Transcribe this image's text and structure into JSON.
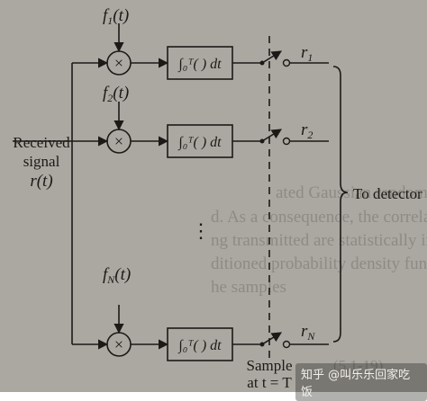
{
  "diagram": {
    "input": {
      "line1": "Received",
      "line2": "signal",
      "line3": "r(t)"
    },
    "branches": [
      {
        "ref_name": "f",
        "ref_sub": "1",
        "ref_arg": "(t)",
        "out_name": "r",
        "out_sub": "1"
      },
      {
        "ref_name": "f",
        "ref_sub": "2",
        "ref_arg": "(t)",
        "out_name": "r",
        "out_sub": "2"
      },
      {
        "ref_name": "f",
        "ref_sub": "N",
        "ref_arg": "(t)",
        "out_name": "r",
        "out_sub": "N"
      }
    ],
    "multiplier_symbol": "×",
    "integrator_label": "∫₀ᵀ( ) dt",
    "ellipsis": "⋮",
    "output_label": "To detector",
    "sample_label": {
      "line1": "Sample",
      "line2": "at t = T"
    }
  },
  "background_text": [
    "ated Gaussian random variables",
    "d. As a consequence, the correlator outputs",
    "ng transmitted are statistically independent",
    "ditioned probability density functions of the",
    "he samples",
    "(5.1-19)"
  ],
  "watermark": "知乎 @叫乐乐回家吃饭",
  "colors": {
    "paper": "#aba8a2",
    "ink": "#1c1916",
    "faded": "#8e8a84"
  }
}
